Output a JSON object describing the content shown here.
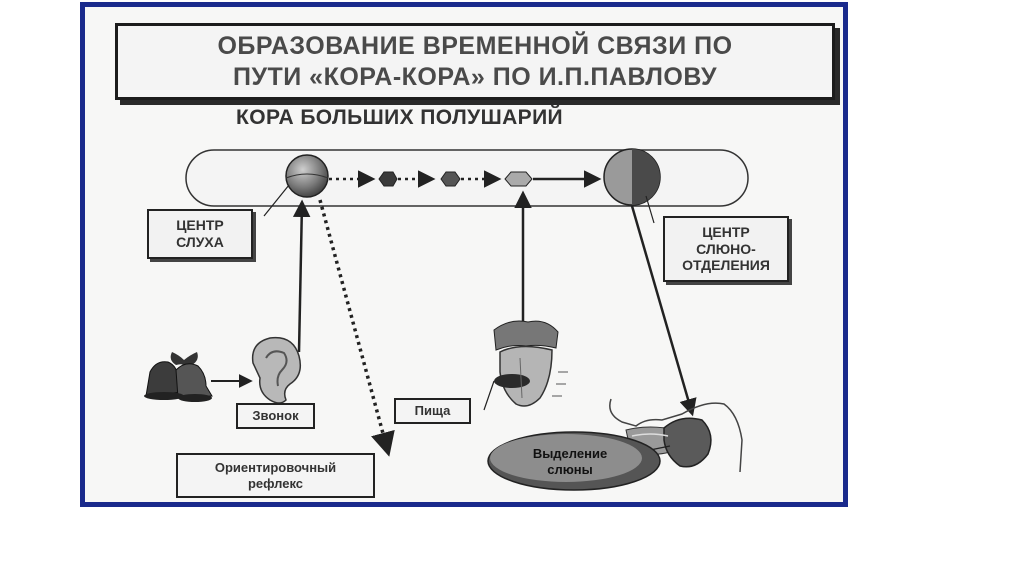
{
  "title": {
    "line1": "ОБРАЗОВАНИЕ ВРЕМЕННОЙ СВЯЗИ ПО",
    "line2": "ПУТИ «КОРА-КОРА» ПО И.П.ПАВЛОВУ"
  },
  "subtitle": "КОРА БОЛЬШИХ ПОЛУШАРИЙ",
  "labels": {
    "hearing_center_line1": "ЦЕНТР",
    "hearing_center_line2": "СЛУХА",
    "salivation_center_line1": "ЦЕНТР",
    "salivation_center_line2": "СЛЮНО-",
    "salivation_center_line3": "ОТДЕЛЕНИЯ",
    "bell": "Звонок",
    "food": "Пища",
    "orienting_line1": "Ориентировочный",
    "orienting_line2": "рефлекс",
    "saliva_line1": "Выделение",
    "saliva_line2": "слюны"
  },
  "colors": {
    "frame_border": "#1a2a8c",
    "ink": "#222222",
    "box_fill": "#f4f4f4",
    "dark_box_fill": "#8a8a8a"
  }
}
